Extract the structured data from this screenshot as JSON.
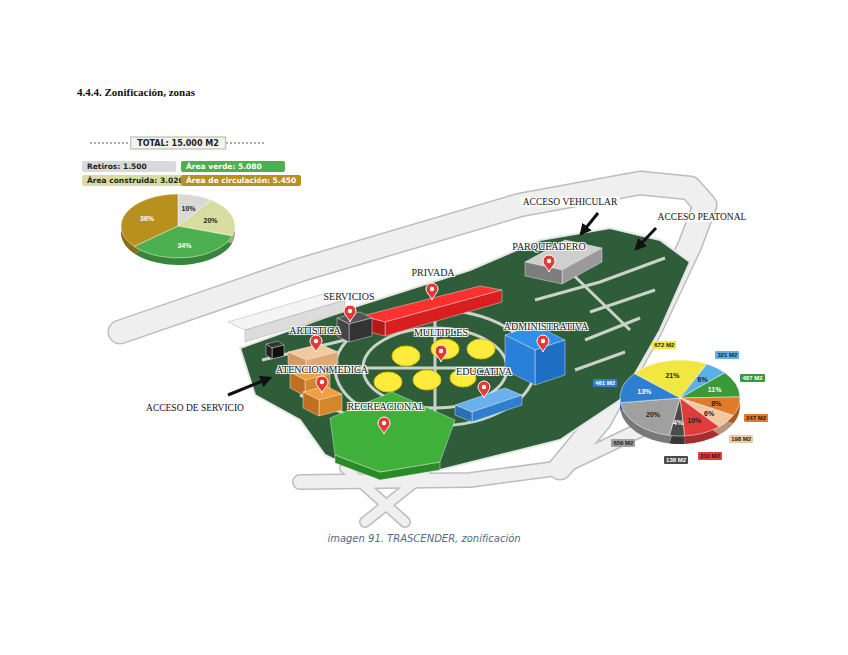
{
  "diagram": {
    "title": "4.4.4. Zonificación, zonas",
    "caption": "imagen 91. TRASCENDER, zonificación",
    "labels": [
      "TOTAL: 15.000 M2",
      "36%",
      "10%",
      "20%",
      "34%",
      "ACCESO VEHICULAR",
      "ACCESO PEATONAL",
      "PARQUEADERO",
      "PRIVADA",
      "SERVICIOS",
      "ARTISTICA",
      "MULTIPLES",
      "ADMINISTRATIVA",
      "ATENCION MEDICA",
      "EDUCATIVA",
      "ACCESO DE SERVICIO",
      "RECREACIONAL",
      "672 M2",
      "21%",
      "321 M2",
      "6%",
      "487 M2",
      "11%",
      "247 M2",
      "8%",
      "198 M2",
      "6%",
      "310 M2",
      "10%",
      "138 M2",
      "4%",
      "659 M2",
      "20%",
      "461 M2",
      "13%"
    ],
    "legend": [
      {
        "text": "Retiros: 1.500",
        "color": "#d9d9d9"
      },
      {
        "text": "Área verde: 5.080",
        "color": "#4caf50"
      },
      {
        "text": "Área construida: 3.020",
        "color": "#d8dca0"
      },
      {
        "text": "Área de circulación: 5.450",
        "color": "#b8901e"
      }
    ]
  }
}
